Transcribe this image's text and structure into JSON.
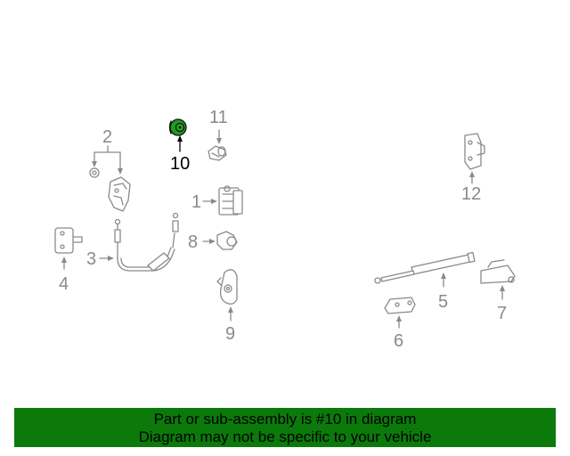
{
  "diagram": {
    "highlighted_part": "10",
    "callouts": [
      {
        "id": "2",
        "label": "2"
      },
      {
        "id": "10",
        "label": "10"
      },
      {
        "id": "11",
        "label": "11"
      },
      {
        "id": "12",
        "label": "12"
      },
      {
        "id": "1",
        "label": "1"
      },
      {
        "id": "8",
        "label": "8"
      },
      {
        "id": "3",
        "label": "3"
      },
      {
        "id": "4",
        "label": "4"
      },
      {
        "id": "5",
        "label": "5"
      },
      {
        "id": "6",
        "label": "6"
      },
      {
        "id": "7",
        "label": "7"
      },
      {
        "id": "9",
        "label": "9"
      }
    ]
  },
  "footer": {
    "line1": "Part or sub-assembly is #10 in diagram",
    "line2": "Diagram may not be specific to your vehicle"
  },
  "colors": {
    "line_art": "#8a8a8a",
    "highlight_part": "#1f9a1f",
    "banner": "#0b7a0b"
  }
}
